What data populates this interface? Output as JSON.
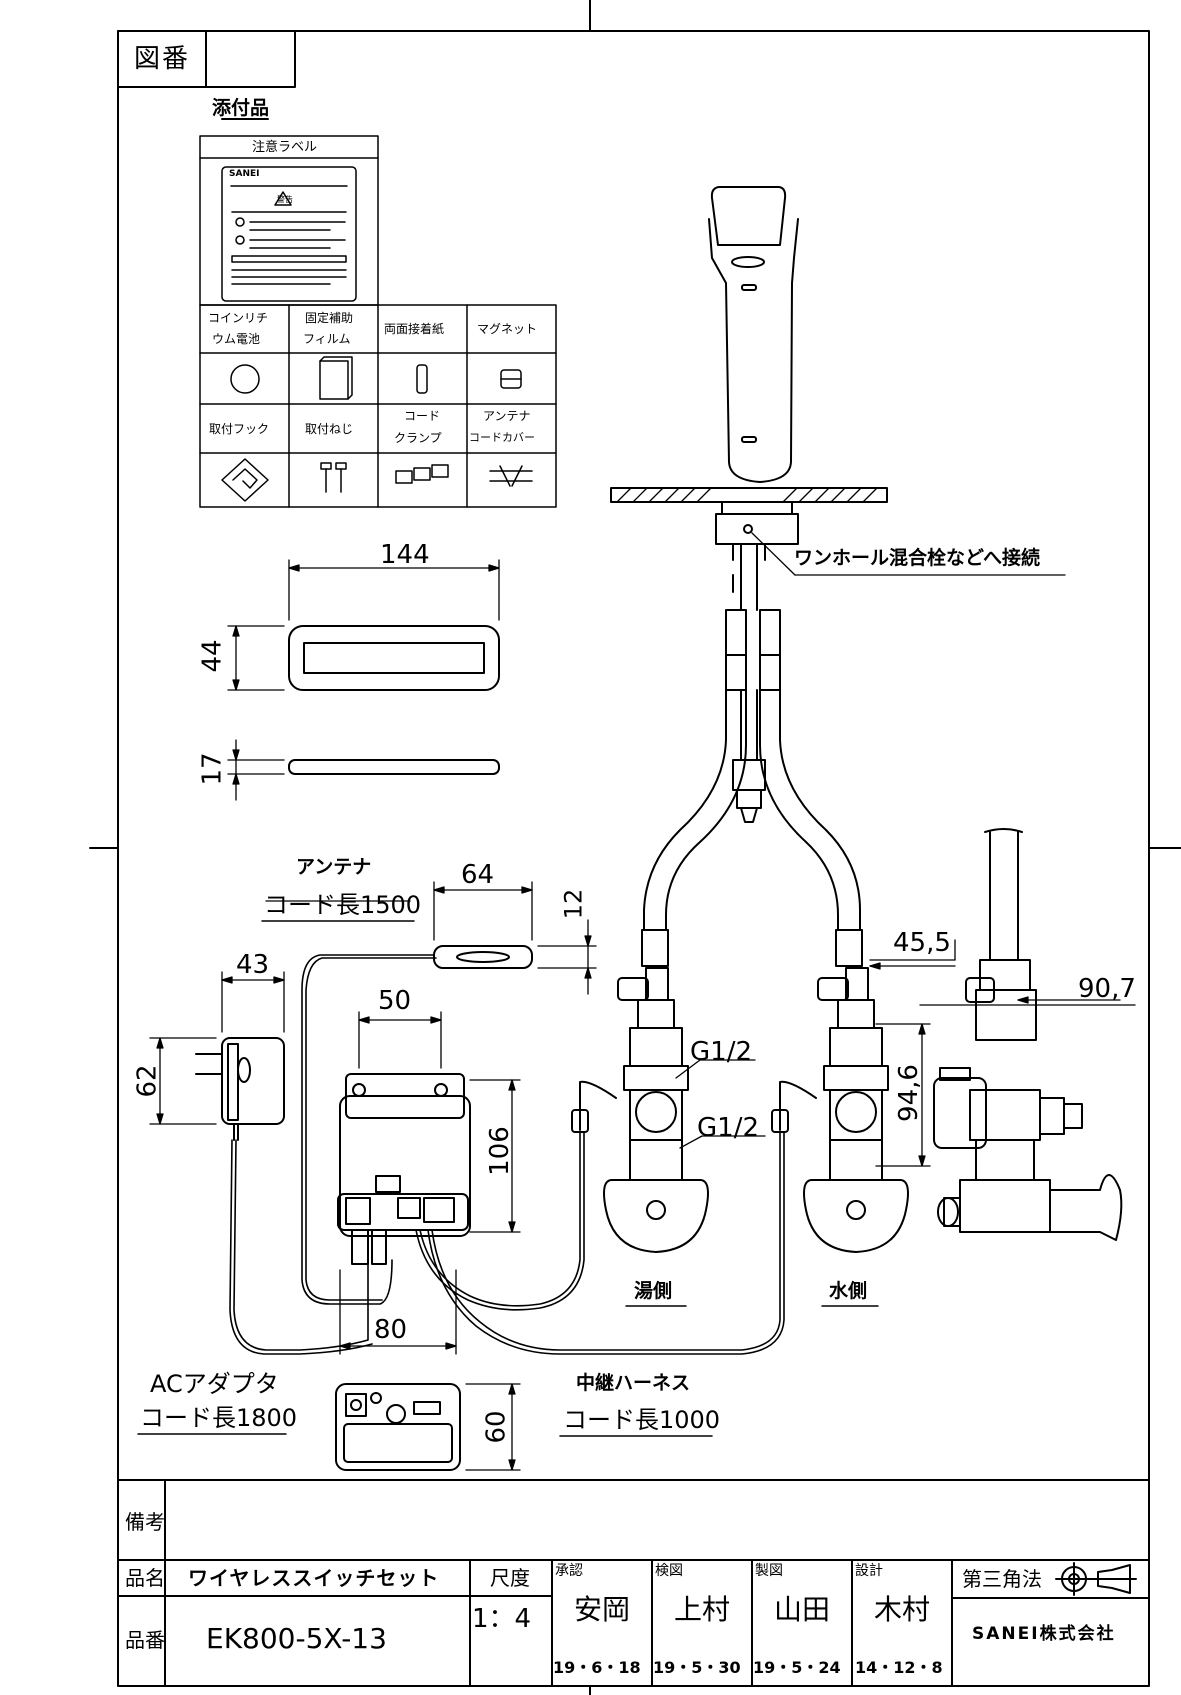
{
  "header": {
    "drawing_number_label": "図番",
    "drawing_number": ""
  },
  "accessories": {
    "heading": "添付品",
    "caution_label": {
      "title": "注意ラベル",
      "brand": "SANEI",
      "warning": "警告"
    },
    "items": [
      {
        "name_line1": "コインリチ",
        "name_line2": "ウム電池",
        "icon": "coin-battery-icon"
      },
      {
        "name_line1": "固定補助",
        "name_line2": "フィルム",
        "icon": "film-icon"
      },
      {
        "name_line1": "両面接着紙",
        "name_line2": "",
        "icon": "adhesive-tape-icon"
      },
      {
        "name_line1": "マグネット",
        "name_line2": "",
        "icon": "magnet-icon"
      },
      {
        "name_line1": "取付フック",
        "name_line2": "",
        "icon": "mounting-hook-icon"
      },
      {
        "name_line1": "取付ねじ",
        "name_line2": "",
        "icon": "mounting-screw-icon"
      },
      {
        "name_line1": "コード",
        "name_line2": "クランプ",
        "icon": "cord-clamp-icon"
      },
      {
        "name_line1": "アンテナ",
        "name_line2": "コードカバー",
        "icon": "antenna-cover-icon"
      }
    ]
  },
  "dimensions": {
    "switch_width": "144",
    "switch_height": "44",
    "switch_thickness": "17",
    "antenna_width": "64",
    "antenna_thickness": "12",
    "adapter_width": "43",
    "adapter_height": "62",
    "controller_hook_pitch": "50",
    "controller_height": "106",
    "controller_width": "80",
    "controller_depth": "60",
    "valve_offset": "45,5",
    "valve_spacing": "90,7",
    "valve_height": "94,6",
    "thread_upper": "G1/2",
    "thread_lower": "G1/2"
  },
  "labels": {
    "connection_note": "ワンホール混合栓などへ接続",
    "antenna_line1": "アンテナ",
    "antenna_line2": "コード長1500",
    "adapter_line1": "ACアダプタ",
    "adapter_line2": "コード長1800",
    "harness_line1": "中継ハーネス",
    "harness_line2": "コード長1000",
    "hot_side": "湯側",
    "cold_side": "水側"
  },
  "title_block": {
    "remarks_label": "備考",
    "product_name_label": "品名",
    "product_name": "ワイヤレススイッチセット",
    "product_number_label": "品番",
    "product_number": "EK800-5X-13",
    "scale_label": "尺度",
    "scale": "1：4",
    "approval": {
      "label": "承認",
      "name": "安岡",
      "date": "19・6・18"
    },
    "check": {
      "label": "検図",
      "name": "上村",
      "date": "19・5・30"
    },
    "draft": {
      "label": "製図",
      "name": "山田",
      "date": "19・5・24"
    },
    "design": {
      "label": "設計",
      "name": "木村",
      "date": "14・12・8"
    },
    "projection": "第三角法",
    "company": "SANEI株式会社"
  }
}
